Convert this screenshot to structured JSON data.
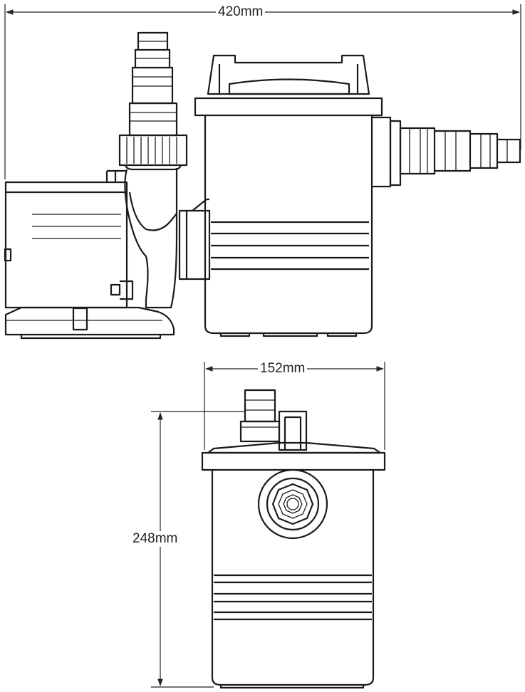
{
  "dimensions": {
    "overall_width": "420mm",
    "body_width": "152mm",
    "height": "248mm"
  }
}
